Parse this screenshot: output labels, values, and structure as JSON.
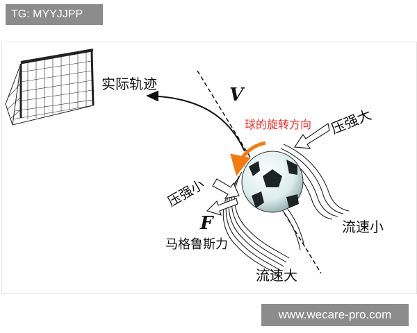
{
  "watermark_top": "TG: MYYJJPP",
  "watermark_bottom": "www.wecare-pro.com",
  "diagram": {
    "trajectory_label": "实际轨迹",
    "velocity_symbol": "V",
    "spin_label": "球的旋转方向",
    "high_pressure_label": "压强大",
    "low_pressure_label": "压强小",
    "force_symbol": "F",
    "magnus_label": "马格鲁斯力",
    "slow_flow_label": "流速小",
    "fast_flow_label": "流速大",
    "colors": {
      "spin_arrow": "#f07c12",
      "spin_text": "#e0302a",
      "ball_light": "#dcecec",
      "ball_patch": "#1e2424"
    }
  }
}
